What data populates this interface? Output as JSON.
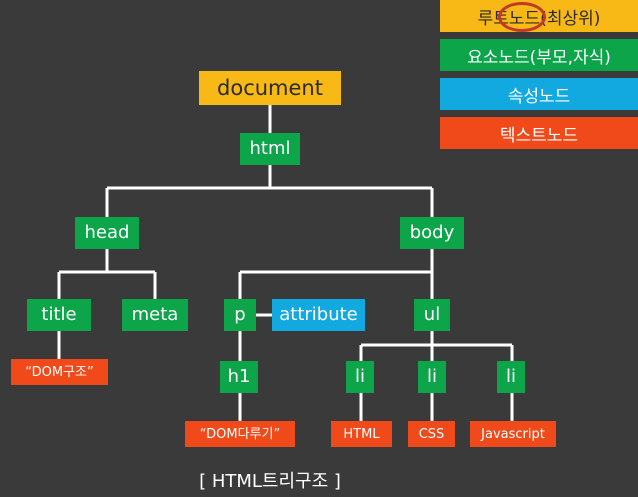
{
  "legend": {
    "root": "루트노드(최상위)",
    "element": "요소노드(부모,자식)",
    "attribute": "속성노드",
    "text": "텍스트노드"
  },
  "nodes": {
    "document": "document",
    "html": "html",
    "head": "head",
    "body": "body",
    "title": "title",
    "meta": "meta",
    "p": "p",
    "attribute": "attribute",
    "ul": "ul",
    "h1": "h1",
    "li1": "li",
    "li2": "li",
    "li3": "li"
  },
  "text_nodes": {
    "dom_structure": "“DOM구조”",
    "dom_handling": "“DOM다루기”",
    "html": "HTML",
    "css": "CSS",
    "javascript": "Javascript"
  },
  "caption": "[ HTML트리구조 ]",
  "colors": {
    "background": "#3a3a3a",
    "root": "#f8b916",
    "element": "#0ca54a",
    "attribute": "#12a9e1",
    "text": "#f04a1b",
    "highlight_circle": "#c0392b"
  }
}
